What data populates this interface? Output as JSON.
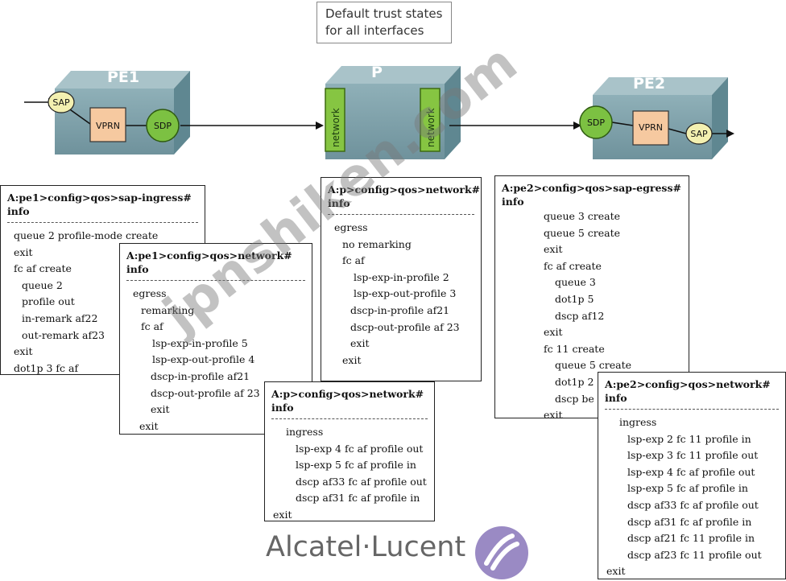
{
  "note": {
    "line1": "Default trust states",
    "line2": "for all interfaces"
  },
  "nodes": {
    "pe1": "PE1",
    "p": "P",
    "pe2": "PE2",
    "sap": "SAP",
    "vprn": "VPRN",
    "sdp": "SDP",
    "network": "network"
  },
  "panels": {
    "pe1_sap_ingress": {
      "title": "A:pe1>config>qos>sap-ingress# info",
      "lines": [
        "queue 2 profile-mode create",
        "exit",
        "fc af create",
        "queue 2",
        "profile out",
        "in-remark af22",
        "out-remark af23",
        "exit",
        "dot1p 3  fc af"
      ]
    },
    "pe1_network": {
      "title": "A:pe1>config>qos>network# info",
      "lines": [
        "egress",
        "remarking",
        "fc af",
        "lsp-exp-in-profile 5",
        "lsp-exp-out-profile 4",
        "dscp-in-profile af21",
        "dscp-out-profile af 23",
        "exit",
        "exit"
      ]
    },
    "p_network_egress": {
      "title_a": "A:p>config>qos>network#",
      "title_b": "info",
      "lines": [
        "egress",
        "no remarking",
        "fc af",
        "lsp-exp-in-profile 2",
        "lsp-exp-out-profile 3",
        "dscp-in-profile af21",
        "dscp-out-profile af 23",
        "exit",
        "exit"
      ]
    },
    "p_network_ingress": {
      "title": "A:p>config>qos>network# info",
      "lines": [
        "ingress",
        "lsp-exp 4 fc af profile out",
        "lsp-exp 5 fc af profile in",
        "dscp af33 fc af profile out",
        "dscp af31 fc af profile in",
        "exit"
      ]
    },
    "pe2_sap_egress": {
      "title": "A:pe2>config>qos>sap-egress# info",
      "lines": [
        "queue 3 create",
        "queue 5 create",
        "exit",
        "fc af create",
        "queue 3",
        "dot1p 5",
        "dscp af12",
        "exit",
        "fc 11 create",
        "queue 5 create",
        "dot1p 2",
        "dscp be",
        "exit"
      ]
    },
    "pe2_network": {
      "title": "A:pe2>config>qos>network# info",
      "lines": [
        "ingress",
        "lsp-exp 2 fc 11 profile in",
        "lsp-exp 3 fc 11 profile out",
        "lsp-exp 4 fc af profile out",
        "lsp-exp 5 fc af profile in",
        "dscp af33 fc af profile out",
        "dscp af31 fc af profile in",
        "dscp af21 fc 11 profile in",
        "dscp af23 fc 11 profile out",
        "exit"
      ]
    }
  },
  "watermark": "jpnshiken.com",
  "brand": "Alcatel·Lucent"
}
